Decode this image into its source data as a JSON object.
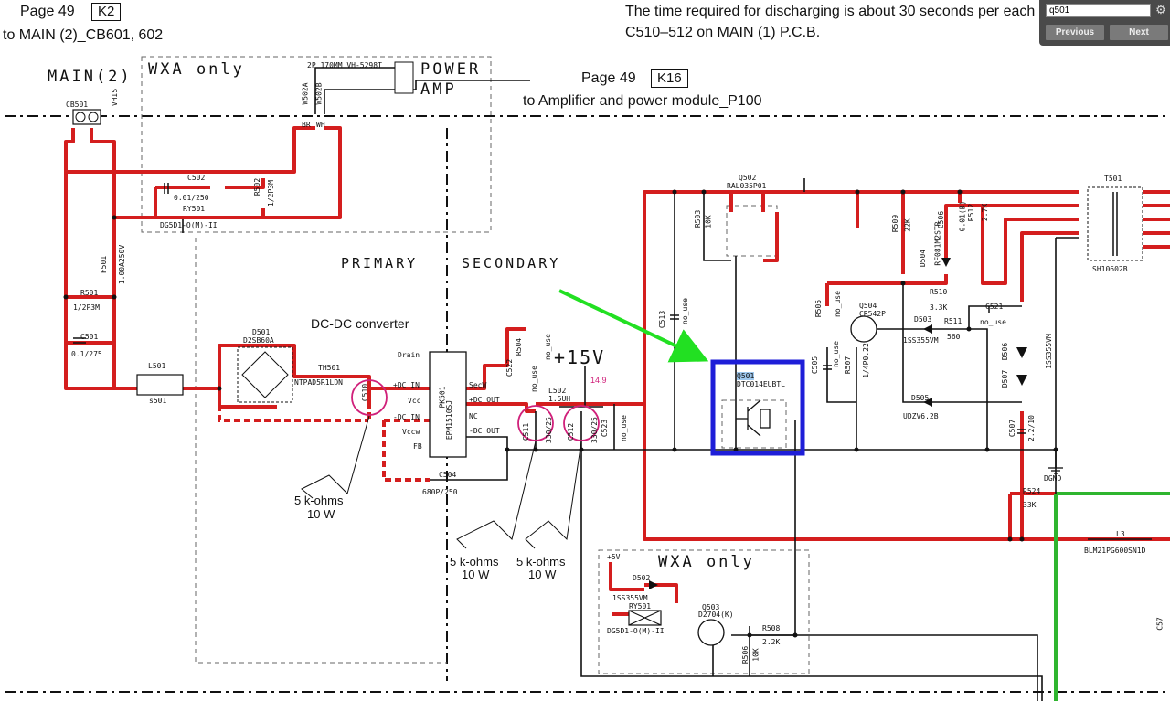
{
  "header": {
    "page_ref_left": "Page 49",
    "page_ref_left_code": "K2",
    "link_left": "to MAIN (2)_CB601, 602",
    "note_line1": "The time required for discharging is about 30 seconds per each",
    "note_line2": "C510–512 on MAIN (1) P.C.B."
  },
  "findbar": {
    "query": "q501",
    "previous_label": "Previous",
    "next_label": "Next",
    "gear_icon": "gear-icon"
  },
  "blocks": {
    "main2": "MAIN(2)",
    "wxa_only_top": "WXA only",
    "power_amp_line1": "POWER",
    "power_amp_line2": "AMP",
    "page_ref_right": "Page 49",
    "page_ref_right_code": "K16",
    "link_right": "to Amplifier and power module_P100",
    "connector_note": "2P 170MM VH-5298T",
    "primary": "PRIMARY",
    "secondary": "SECONDARY",
    "dcdc": "DC-DC converter",
    "plus15v": "+15V",
    "v149": "14.9",
    "wxa_only_bottom": "WXA only"
  },
  "components": {
    "cb501": "CB501",
    "vhis": "VHIS",
    "w502a": "W502A",
    "w502b": "W502B",
    "br": "BR",
    "wh": "WH",
    "c502": "C502",
    "c502v": "0.01/250",
    "r502": "R502",
    "r502v": "1/2P3M",
    "ry501": "RY501",
    "ry501p": "DG5D1-O(M)-II",
    "f501": "F501",
    "f501v": "1.00A250V",
    "r501": "R501",
    "r501v": "1/2P3M",
    "c501": "C501",
    "c501v": "0.1/275",
    "l501": "L501",
    "s501": "s501",
    "d501": "D501",
    "d501p": "D2SB60A",
    "th501": "TH501",
    "th501p": "NTPAD5R1LDN",
    "c510": "C510",
    "pk501": "PK501",
    "pk501p": "EPM1510SJ",
    "drain": "Drain",
    "dcin": "+DC IN",
    "vcc": "Vcc",
    "dcin2": "-DC IN",
    "vccw": "Vccw",
    "fb": "FB",
    "secw": "SecW",
    "dcout": "+DC OUT",
    "nc": "NC",
    "dcout2": "-DC OUT",
    "c522": "C522",
    "r504": "R504",
    "no_use": "no_use",
    "l502": "L502",
    "l502v": "1.5UH",
    "c511": "C511",
    "c511v": "330/25",
    "c512": "C512",
    "c512v": "330/25",
    "c523": "C523",
    "c504": "C504",
    "c504v": "680P/250",
    "q502": "Q502",
    "q502p": "RAL035P01",
    "r503": "R503",
    "r503v": "10K",
    "c513": "C513",
    "q501": "Q501",
    "q501p": "DTC014EUBTL",
    "r509": "R509",
    "r509v": "22K",
    "d504": "D504",
    "d504p": "RF081M2STR",
    "c506": "C506",
    "c506v": "0.01(B)",
    "r512": "R512",
    "r512v": "2.7K",
    "t501": "T501",
    "t501p": "SH10602B",
    "r510": "R510",
    "r510v": "3.3K",
    "c521": "C521",
    "q504": "Q504",
    "q504p": "CR542P",
    "r505": "R505",
    "d503": "D503",
    "d503p": "1SS355VM",
    "r511": "R511",
    "r511v": "560",
    "c505": "C505",
    "r507": "R507",
    "r507v": "1/4P0.22",
    "d506": "D506",
    "d506p": "1SS355VM",
    "d507": "D507",
    "d505": "D505",
    "d505p": "UDZV6.2B",
    "c507": "C507",
    "c507v": "2.2/10",
    "dgnd": "DGND",
    "r524": "R524",
    "r524v": "33K",
    "l3": "L3",
    "l3p": "BLM21PG600SN1D",
    "c57": "C57",
    "p5v": "+5V",
    "d502": "D502",
    "d502p": "1SS355VM",
    "ry501b": "RY501",
    "ry501bp": "DG5D1-O(M)-II",
    "q503": "Q503",
    "q503p": "D2704(K)",
    "r508": "R508",
    "r508v": "2.2K",
    "r506": "R506",
    "r506v": "10K"
  },
  "annotations": {
    "ohm1_a": "5 k-ohms",
    "ohm1_b": "10 W",
    "ohm2_a": "5 k-ohms",
    "ohm2_b": "10 W",
    "ohm3_a": "5 k-ohms",
    "ohm3_b": "10 W"
  },
  "colors": {
    "wire_red": "#d41e1e",
    "wire_green": "#2fb52f",
    "highlight_blue": "#1e1ed8",
    "arrow_green": "#22e022",
    "circle_magenta": "#d0207a",
    "search_highlight": "#9ec8ee"
  }
}
